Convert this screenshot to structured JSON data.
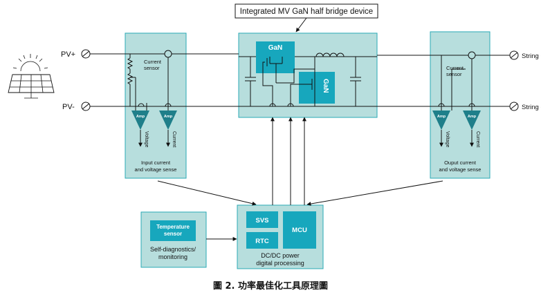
{
  "title": "Integrated MV GaN half bridge device",
  "ports": {
    "pv_plus": "PV+",
    "pv_minus": "PV-",
    "string_plus": "String +",
    "string_minus": "String -"
  },
  "input_block": {
    "current_sensor": [
      "Current",
      "sensor"
    ],
    "amp1": "Amp",
    "amp2": "Amp",
    "voltage": "Voltage",
    "current": "Current",
    "label": [
      "Input current",
      "and voltage sense"
    ]
  },
  "output_block": {
    "current_sensor": [
      "Current",
      "sensor"
    ],
    "amp1": "Amp",
    "amp2": "Amp",
    "voltage": "Voltage",
    "current": "Current",
    "label": [
      "Ouput current",
      "and voltage sense"
    ]
  },
  "gan_block": {
    "gan_top": "GaN",
    "gan_bottom": "GaN"
  },
  "temp_block": {
    "sensor": [
      "Temperature",
      "sensor"
    ],
    "label": [
      "Self-diagnostics/",
      "monitoring"
    ]
  },
  "dcdc_block": {
    "svs": "SVS",
    "rtc": "RTC",
    "mcu": "MCU",
    "label": [
      "DC/DC power",
      "digital processing"
    ]
  },
  "caption": "圖 2. 功率最佳化工具原理圖",
  "colors": {
    "block_fill": "#b7dedd",
    "block_stroke": "#2aa9b5",
    "chip_fill": "#17a7bd",
    "amp_fill": "#1f7f8a"
  }
}
